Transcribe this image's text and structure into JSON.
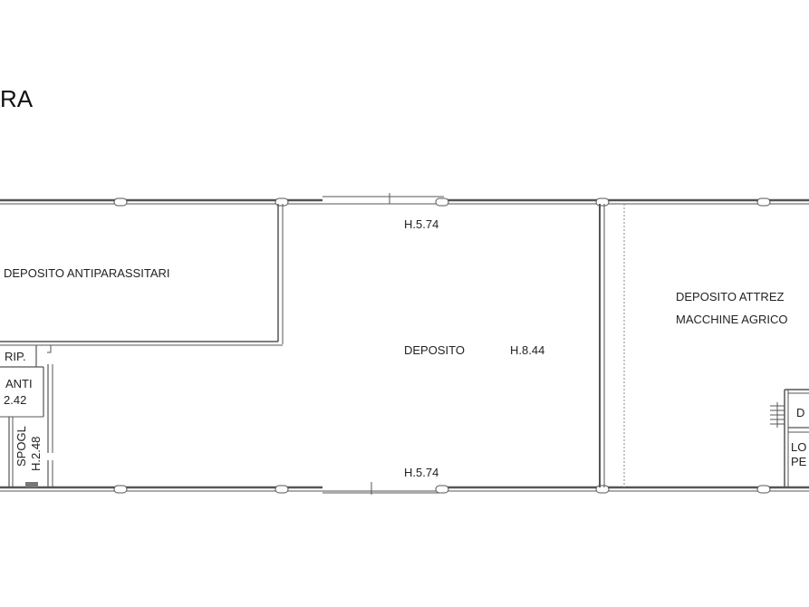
{
  "title": "RA",
  "labels": {
    "deposito_antiparassitari": "DEPOSITO ANTIPARASSITARI",
    "height_top": "H.5.74",
    "deposito": "DEPOSITO",
    "deposito_height": "H.8.44",
    "height_bottom": "H.5.74",
    "deposito_attrezzi_1": "DEPOSITO ATTREZ",
    "deposito_attrezzi_2": "MACCHINE AGRICO",
    "rip": "RIP.",
    "anti": "ANTI",
    "anti_height": "2.42",
    "spogl": "SPOGL",
    "spogl_height": "H.2.48",
    "d_small": "D",
    "lo": "LO",
    "pe": "PE"
  },
  "colors": {
    "wall": "#555555",
    "text": "#222222",
    "background": "#ffffff"
  }
}
